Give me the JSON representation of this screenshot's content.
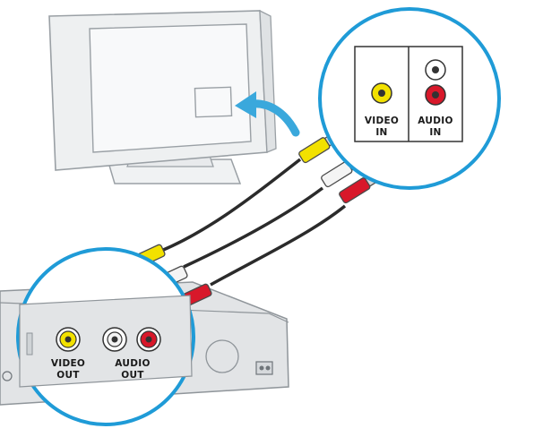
{
  "tv_panel": {
    "video_label_line1": "VIDEO",
    "video_label_line2": "IN",
    "audio_label_line1": "AUDIO",
    "audio_label_line2": "IN"
  },
  "device_panel": {
    "video_label_line1": "VIDEO",
    "video_label_line2": "OUT",
    "audio_label_line1": "AUDIO",
    "audio_label_line2": "OUT"
  },
  "colors": {
    "callout_ring": "#1f9bd7",
    "arrow": "#3aa8dc",
    "video_yellow": "#f2e100",
    "audio_white": "#ffffff",
    "audio_red": "#d8182a",
    "device_gray": "#e2e4e6",
    "tv_gray": "#eceeef"
  },
  "icons": [
    "curved-arrow-icon",
    "rca-cable-icon"
  ]
}
